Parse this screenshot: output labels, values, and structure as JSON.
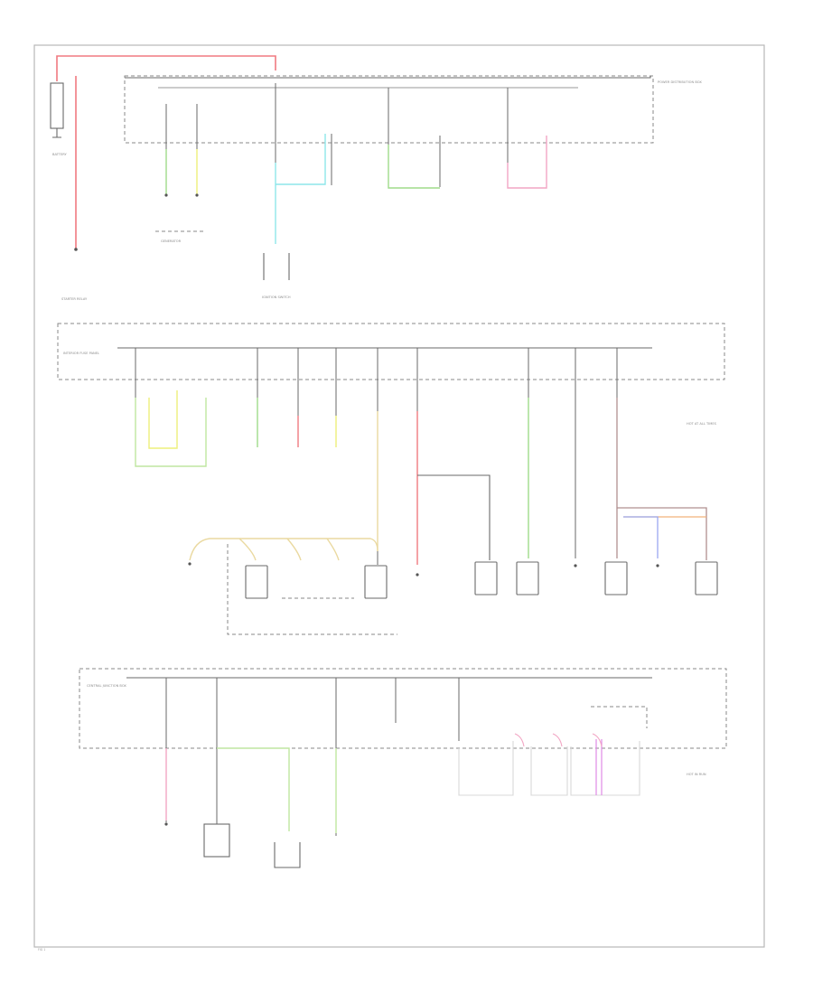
{
  "colors": {
    "frame": "#b8b8b8",
    "wire": "#6a6a6a",
    "red": "#f07a80",
    "green": "#9fdc8a",
    "yellow": "#eef07a",
    "cyan": "#8ee6ea",
    "pink": "#f2a6c4",
    "tan": "#ead9a0",
    "orange": "#f2b27a",
    "blue": "#9aa8f0",
    "brown": "#b09090",
    "magenta": "#e08ae6"
  },
  "labels": {
    "battery": "BATTERY",
    "generator": "GENERATOR",
    "starter_relay": "STARTER RELAY",
    "fuse_junction_top": "POWER DISTRIBUTION BOX",
    "ignition_switch": "IGNITION SWITCH",
    "interior_fuse_panel": "INTERIOR FUSE PANEL",
    "lower_fuse_panel": "CENTRAL JUNCTION BOX",
    "hot_at_all_times": "HOT AT ALL TIMES",
    "hot_in_run": "HOT IN RUN",
    "footer": "FIG 1"
  }
}
